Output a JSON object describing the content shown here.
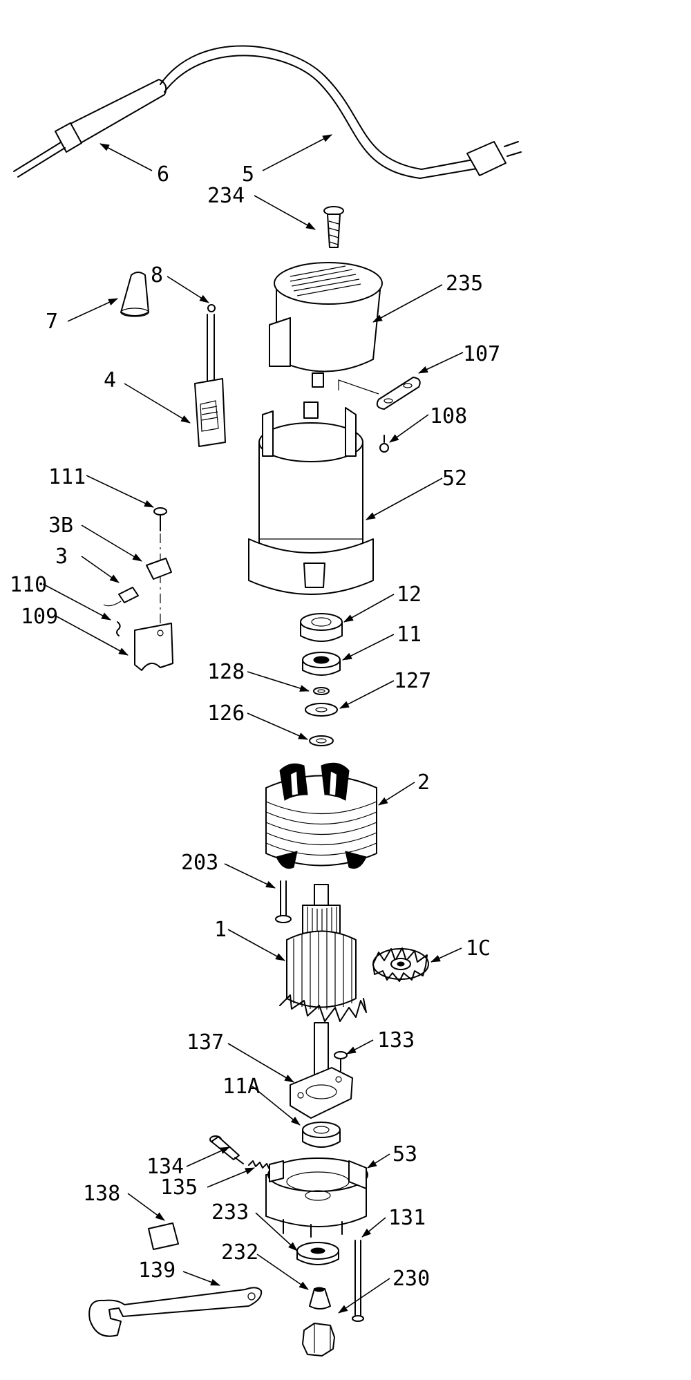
{
  "labels": {
    "l6": "6",
    "l5": "5",
    "l234": "234",
    "l7": "7",
    "l8": "8",
    "l235": "235",
    "l107": "107",
    "l4": "4",
    "l108": "108",
    "l111": "111",
    "l52": "52",
    "l3B": "3B",
    "l3": "3",
    "l110": "110",
    "l109": "109",
    "l12": "12",
    "l11": "11",
    "l128": "128",
    "l127": "127",
    "l126": "126",
    "l2": "2",
    "l203": "203",
    "l1": "1",
    "l1C": "1C",
    "l137": "137",
    "l133": "133",
    "l11A": "11A",
    "l134": "134",
    "l135": "135",
    "l53": "53",
    "l138": "138",
    "l233": "233",
    "l131": "131",
    "l232": "232",
    "l139": "139",
    "l230": "230"
  }
}
